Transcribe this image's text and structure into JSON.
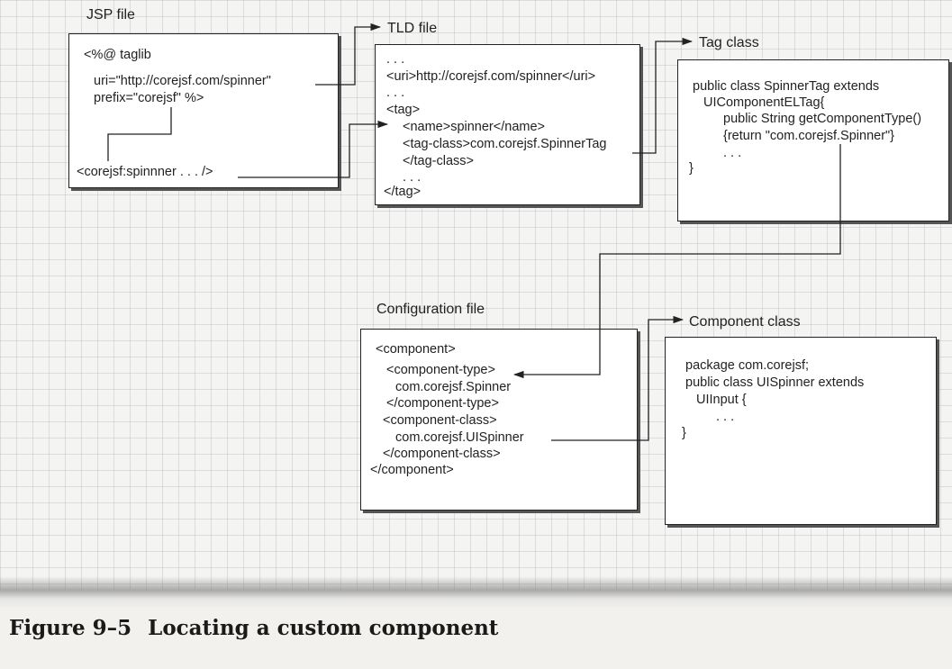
{
  "labels": {
    "jsp": "JSP file",
    "tld": "TLD file",
    "tag": "Tag class",
    "config": "Configuration file",
    "component": "Component class"
  },
  "jsp_lines": [
    "<%@ taglib",
    "uri=\"http://corejsf.com/spinner\"",
    "prefix=\"corejsf\" %>",
    "<corejsf:spinnner . . . />"
  ],
  "tld_lines": [
    ". . .",
    "<uri>http://corejsf.com/spinner</uri>",
    ". . .",
    "<tag>",
    "<name>spinner</name>",
    "<tag-class>com.corejsf.SpinnerTag",
    "</tag-class>",
    ". . .",
    "</tag>"
  ],
  "tag_lines": [
    "public class SpinnerTag extends",
    "UIComponentELTag{",
    "public String getComponentType()",
    "{return \"com.corejsf.Spinner\"}",
    ". . .",
    "}"
  ],
  "config_lines": [
    "<component>",
    "<component-type>",
    "com.corejsf.Spinner",
    "</component-type>",
    "<component-class>",
    "com.corejsf.UISpinner",
    "</component-class>",
    "</component>"
  ],
  "component_lines": [
    "package com.corejsf;",
    "public class UISpinner extends",
    "UIInput {",
    ". . .",
    "}"
  ],
  "caption": {
    "number": "Figure 9–5",
    "title": "Locating a custom component"
  }
}
